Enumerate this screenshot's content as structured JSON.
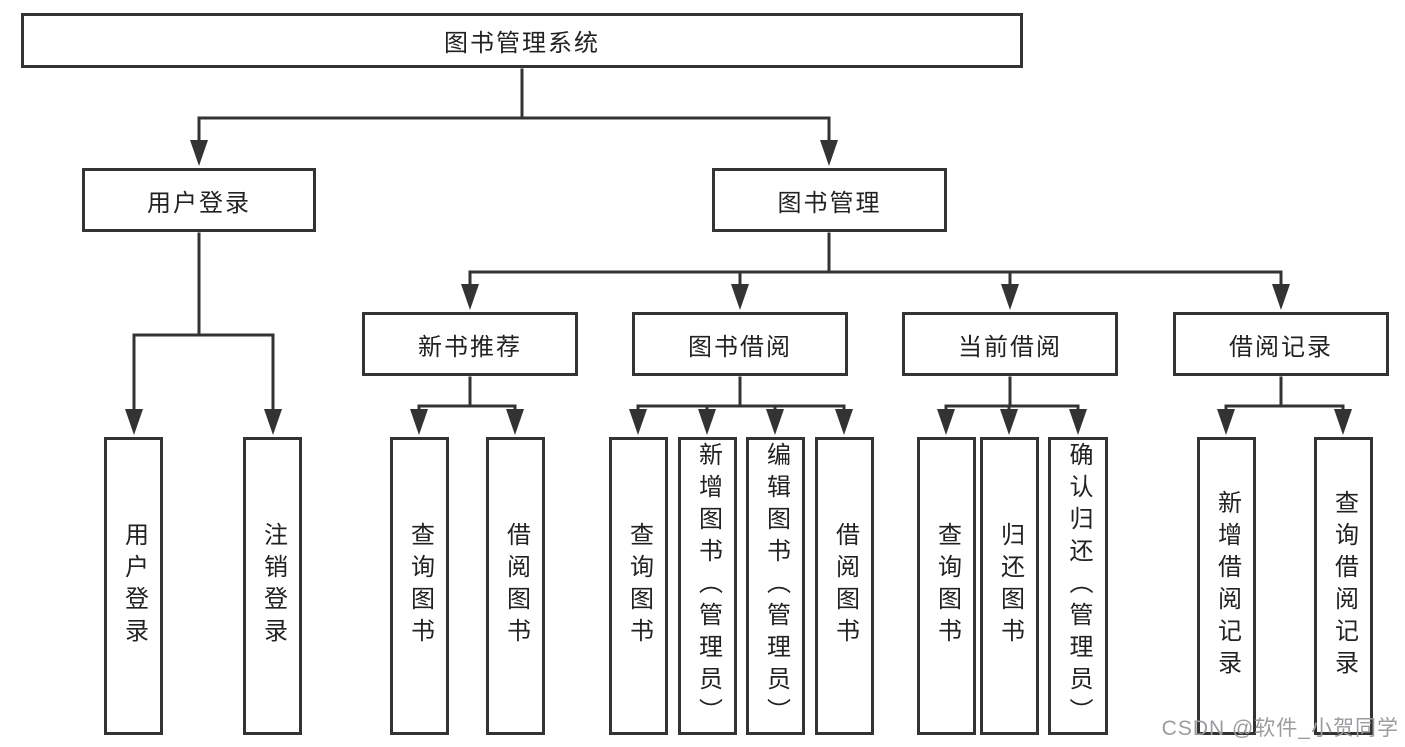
{
  "diagram": {
    "root": {
      "label": "图书管理系统"
    },
    "level2": [
      {
        "label": "用户登录",
        "children": [
          {
            "label": "用户登录"
          },
          {
            "label": "注销登录"
          }
        ]
      },
      {
        "label": "图书管理",
        "children": [
          {
            "label": "新书推荐",
            "children": [
              {
                "label": "查询图书"
              },
              {
                "label": "借阅图书"
              }
            ]
          },
          {
            "label": "图书借阅",
            "children": [
              {
                "label": "查询图书"
              },
              {
                "label": "新增图书（管理员）"
              },
              {
                "label": "编辑图书（管理员）"
              },
              {
                "label": "借阅图书"
              }
            ]
          },
          {
            "label": "当前借阅",
            "children": [
              {
                "label": "查询图书"
              },
              {
                "label": "归还图书"
              },
              {
                "label": "确认归还（管理员）"
              }
            ]
          },
          {
            "label": "借阅记录",
            "children": [
              {
                "label": "新增借阅记录"
              },
              {
                "label": "查询借阅记录"
              }
            ]
          }
        ]
      }
    ]
  },
  "watermark": {
    "text": "CSDN @软件_小贺同学"
  },
  "colors": {
    "line": "#333333",
    "text": "#222222",
    "background": "#ffffff",
    "watermark": "#9b9ba0"
  }
}
